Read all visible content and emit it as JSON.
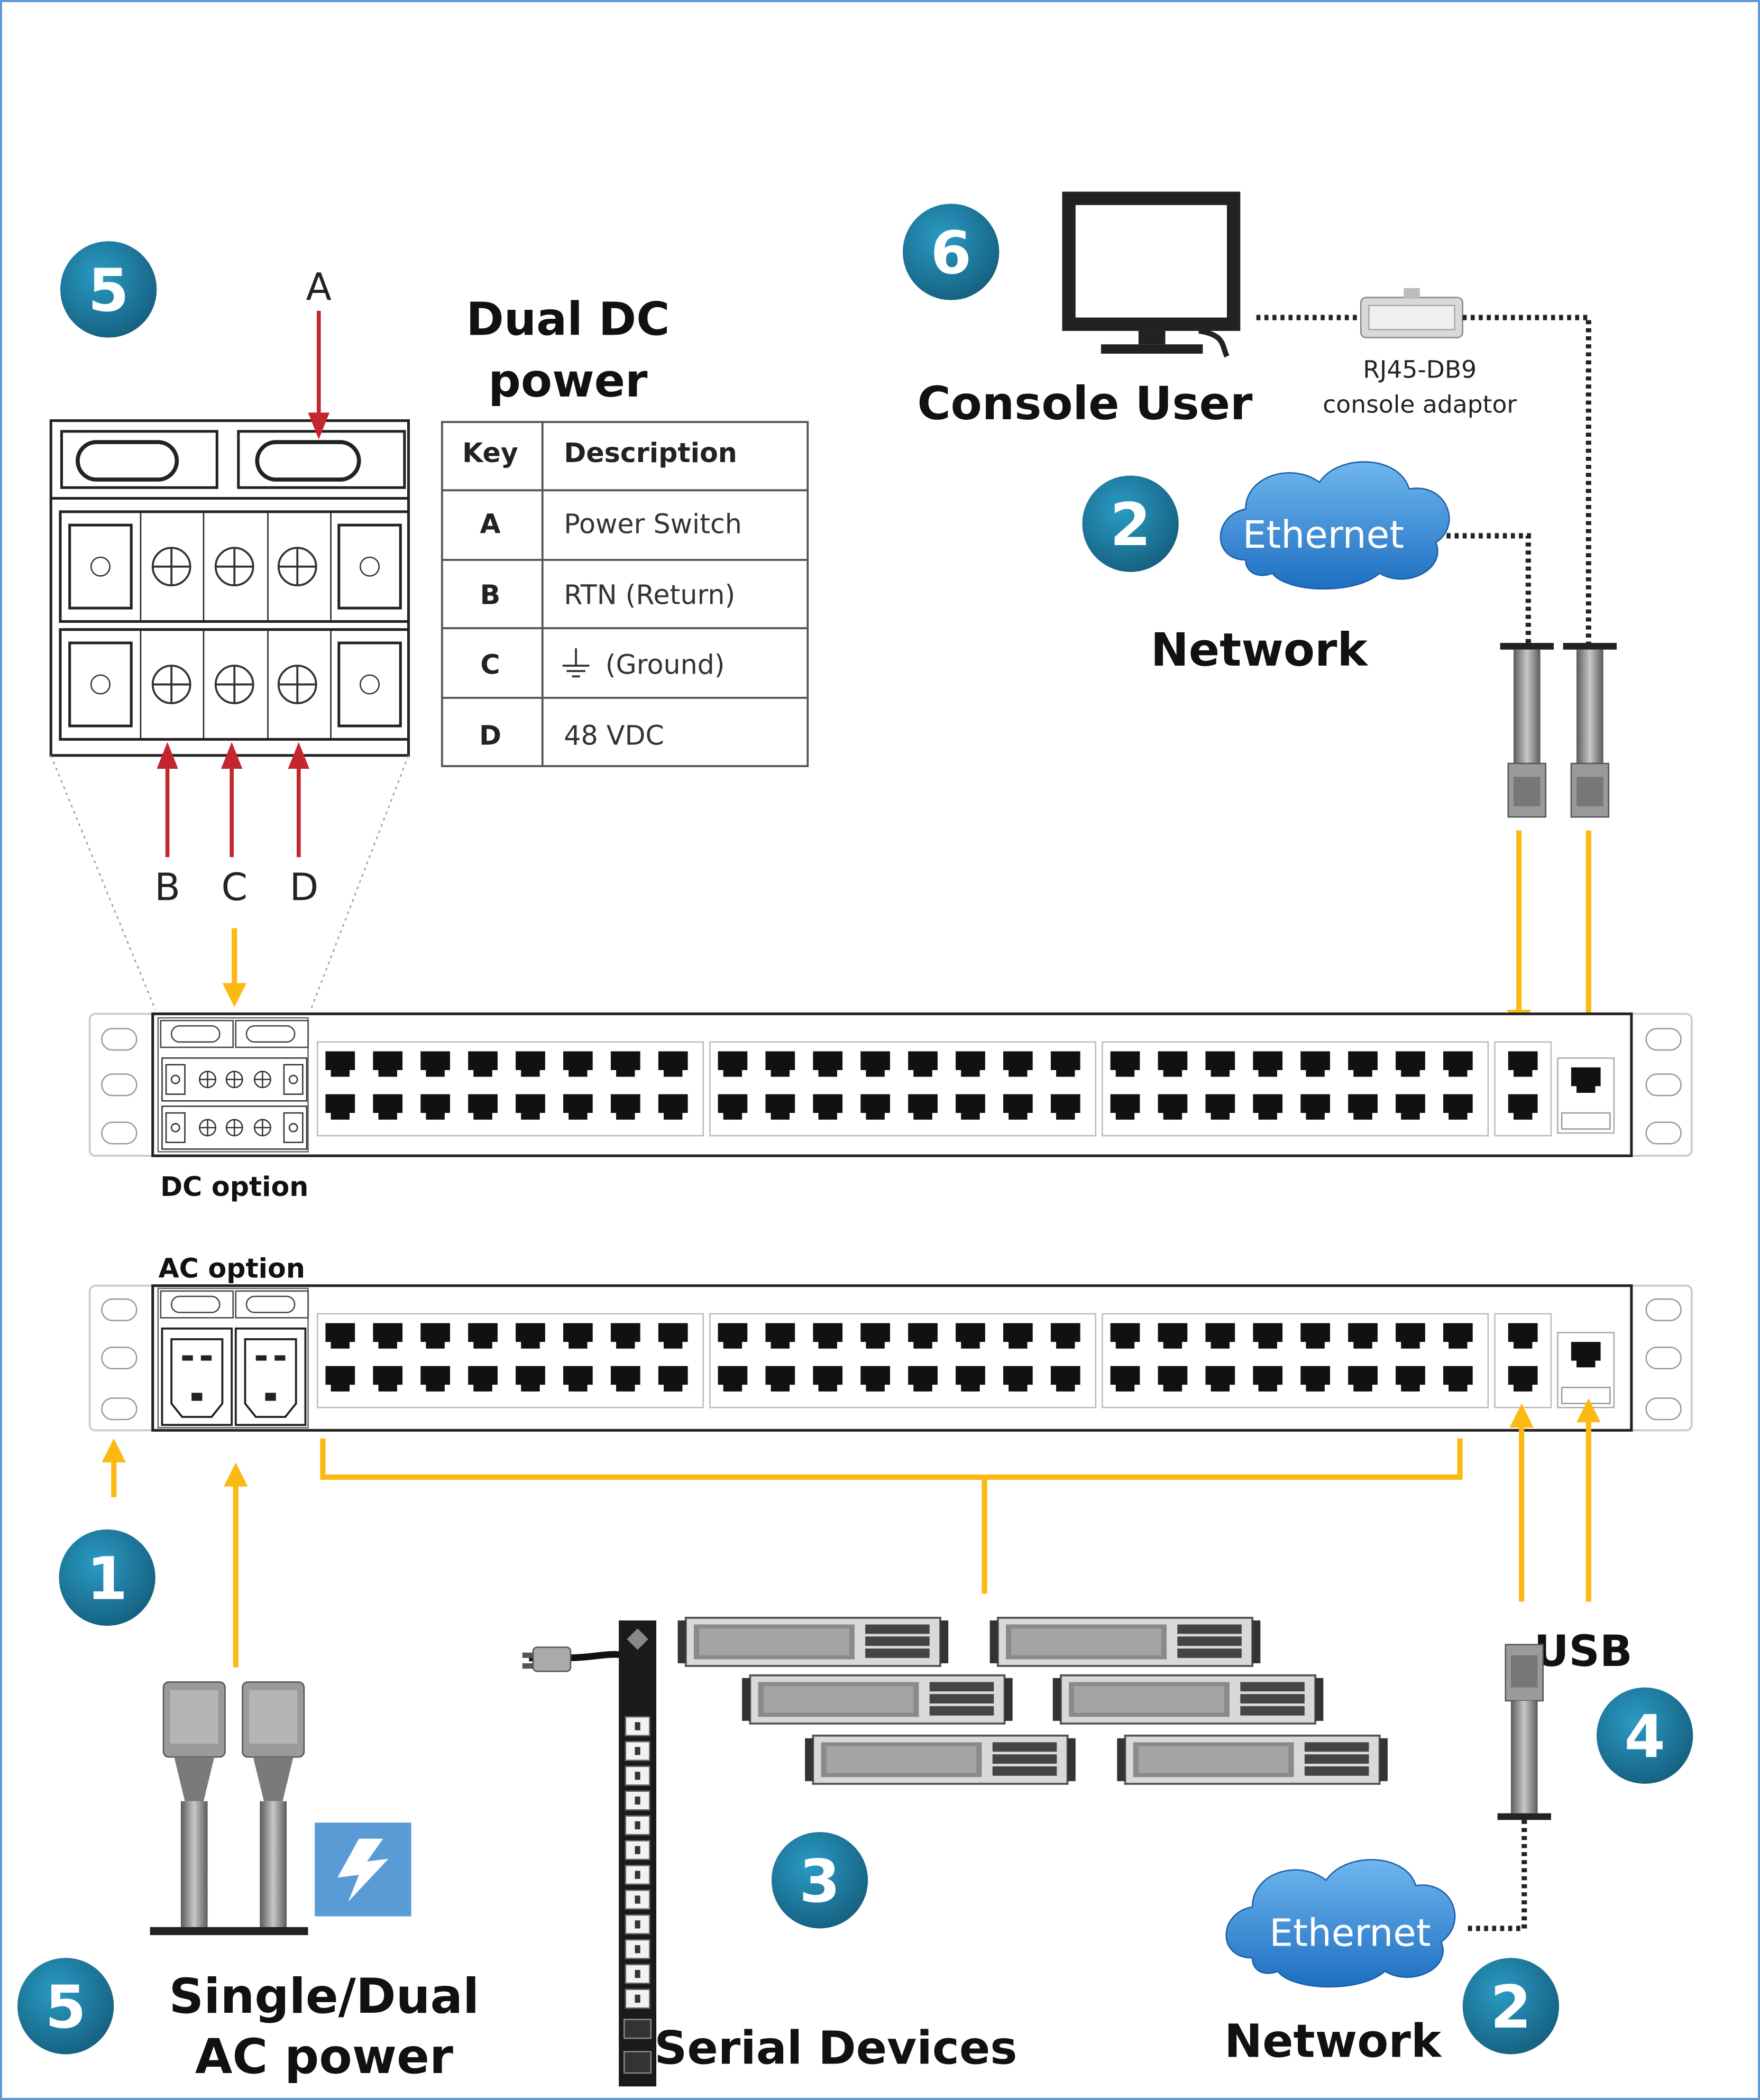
{
  "badges": {
    "dc_closeup": "5",
    "console": "6",
    "network_top": "2",
    "power_port": "1",
    "serial": "3",
    "usb": "4",
    "ac_power": "5",
    "network_bottom": "2"
  },
  "dc_panel": {
    "title_line1": "Dual DC",
    "title_line2": "power",
    "arrow_labels": {
      "a": "A",
      "b": "B",
      "c": "C",
      "d": "D"
    },
    "key_table": {
      "headers": [
        "Key",
        "Description"
      ],
      "rows": [
        {
          "key": "A",
          "description": "Power Switch"
        },
        {
          "key": "B",
          "description": "RTN (Return)"
        },
        {
          "key": "C",
          "description": "(Ground)"
        },
        {
          "key": "D",
          "description": "48 VDC"
        }
      ]
    }
  },
  "console": {
    "label": "Console User",
    "adaptor_line1": "RJ45-DB9",
    "adaptor_line2": "console adaptor"
  },
  "network_top": {
    "cloud": "Ethernet",
    "label": "Network"
  },
  "network_bottom": {
    "cloud": "Ethernet",
    "label": "Network"
  },
  "device_labels": {
    "dc_option": "DC option",
    "ac_option": "AC option"
  },
  "usb_label": "USB",
  "ac_power": {
    "line1": "Single/Dual",
    "line2": "AC power"
  },
  "serial_label": "Serial Devices",
  "colors": {
    "badge": "#1b7a9e",
    "arrow_red": "#c1272d",
    "arrow_yellow": "#fdb913",
    "cloud": "#3a8fd8",
    "frame": "#5b9bd5"
  }
}
